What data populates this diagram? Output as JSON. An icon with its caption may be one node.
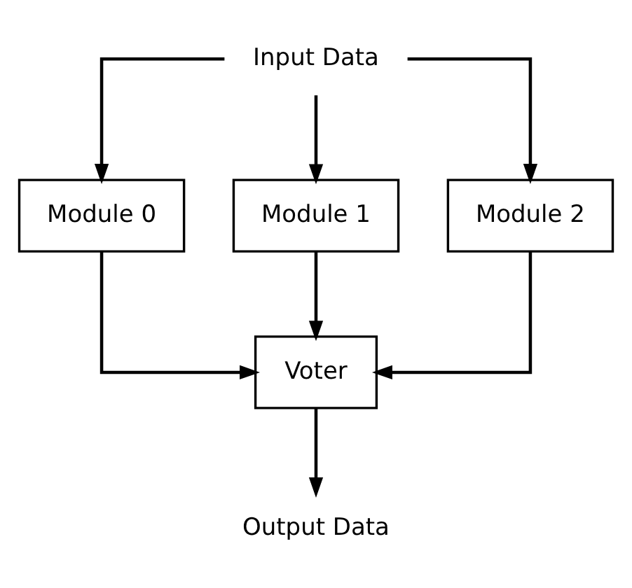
{
  "diagram": {
    "nodes": [
      {
        "text": [
          "Input Data"
        ]
      },
      {
        "text": [
          "Module 0"
        ]
      },
      {
        "text": [
          "Module 1"
        ]
      },
      {
        "text": [
          "Module 2"
        ]
      },
      {
        "text": [
          "Voter"
        ]
      },
      {
        "text": [
          "Output Data"
        ]
      }
    ],
    "edges": [
      {
        "from": 0,
        "to": 1,
        "arrow": "to"
      },
      {
        "from": 0,
        "to": 2,
        "arrow": "to"
      },
      {
        "from": 0,
        "to": 3,
        "arrow": "to"
      },
      {
        "from": 1,
        "to": 4,
        "arrow": "to"
      },
      {
        "from": 2,
        "to": 4,
        "arrow": "to"
      },
      {
        "from": 3,
        "to": 4,
        "arrow": "to"
      },
      {
        "from": 4,
        "to": 5,
        "arrow": "to"
      }
    ]
  }
}
